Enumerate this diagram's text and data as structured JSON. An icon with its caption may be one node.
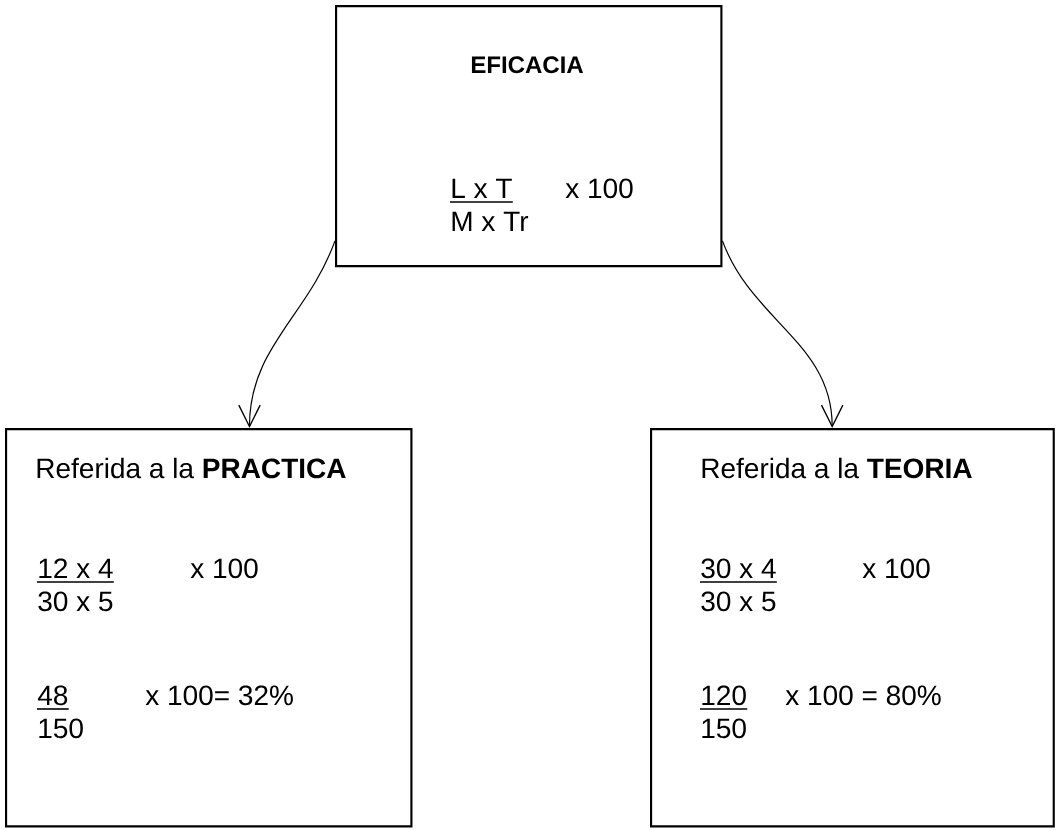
{
  "diagram": {
    "nodes": [
      {
        "text": [
          "EFICACIA",
          "L x T",
          "M x Tr",
          "x  100"
        ]
      },
      {
        "text": [
          "Referida a la **PRACTICA**",
          "12  x  4",
          "30  x  5",
          "x 100",
          "48",
          "150",
          "x   100=  32%"
        ]
      },
      {
        "text": [
          "Referida a la **TEORIA**",
          "30   x  4",
          "30   x  5",
          "x   100",
          "120",
          "150",
          "x   100  =  80%"
        ]
      }
    ],
    "edges": [
      {
        "from": 0,
        "to": 1,
        "arrow": "to"
      },
      {
        "from": 0,
        "to": 2,
        "arrow": "to"
      }
    ]
  }
}
